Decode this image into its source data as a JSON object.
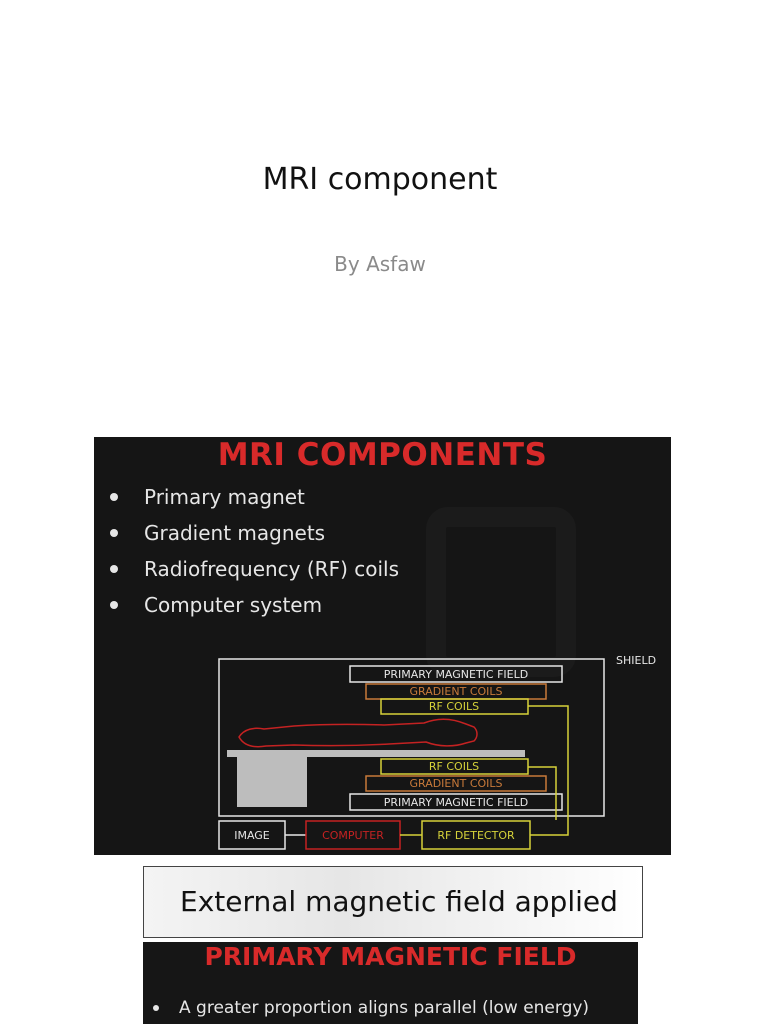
{
  "header": {
    "title": "MRI component",
    "subtitle": "By Asfaw"
  },
  "slide1": {
    "title": "MRI COMPONENTS",
    "bullets": [
      "Primary magnet",
      "Gradient magnets",
      "Radiofrequency (RF) coils",
      "Computer system"
    ],
    "diagram": {
      "shield": "SHIELD",
      "top_field": "PRIMARY MAGNETIC FIELD",
      "top_gradient": "GRADIENT COILS",
      "top_rf": "RF COILS",
      "bottom_rf": "RF COILS",
      "bottom_gradient": "GRADIENT COILS",
      "bottom_field": "PRIMARY MAGNETIC FIELD",
      "image": "IMAGE",
      "computer": "COMPUTER",
      "rf_detector": "RF DETECTOR"
    },
    "colors": {
      "title": "#d82a2a",
      "white_box": "#e6e6e6",
      "gradient_box": "#c87a3a",
      "rf_box": "#d6d23a",
      "computer_box": "#c42222"
    }
  },
  "banner": {
    "text": "External magnetic field applied"
  },
  "slide2": {
    "title": "PRIMARY MAGNETIC FIELD",
    "bullet": "A greater proportion aligns parallel (low energy)"
  }
}
